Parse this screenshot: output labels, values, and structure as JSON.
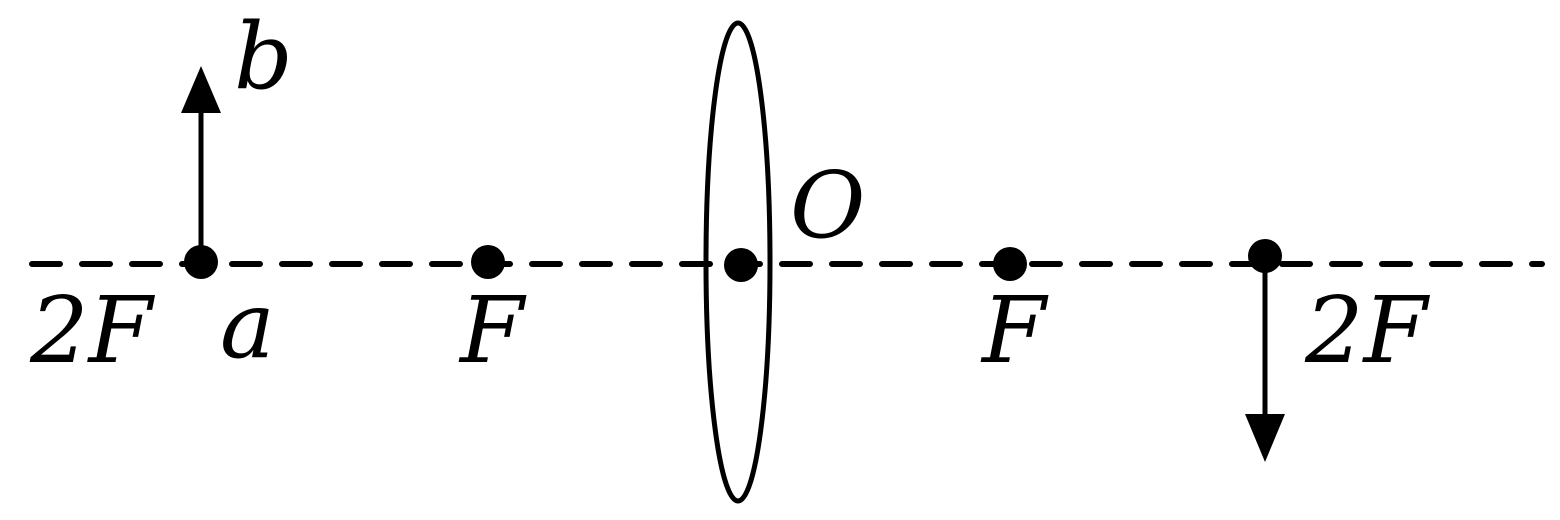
{
  "labels": {
    "left_2f": "2F",
    "object_base": "a",
    "object_tip": "b",
    "left_f": "F",
    "center": "O",
    "right_f": "F",
    "right_2f": "2F"
  },
  "colors": {
    "ink": "#000000",
    "background": "#ffffff"
  }
}
